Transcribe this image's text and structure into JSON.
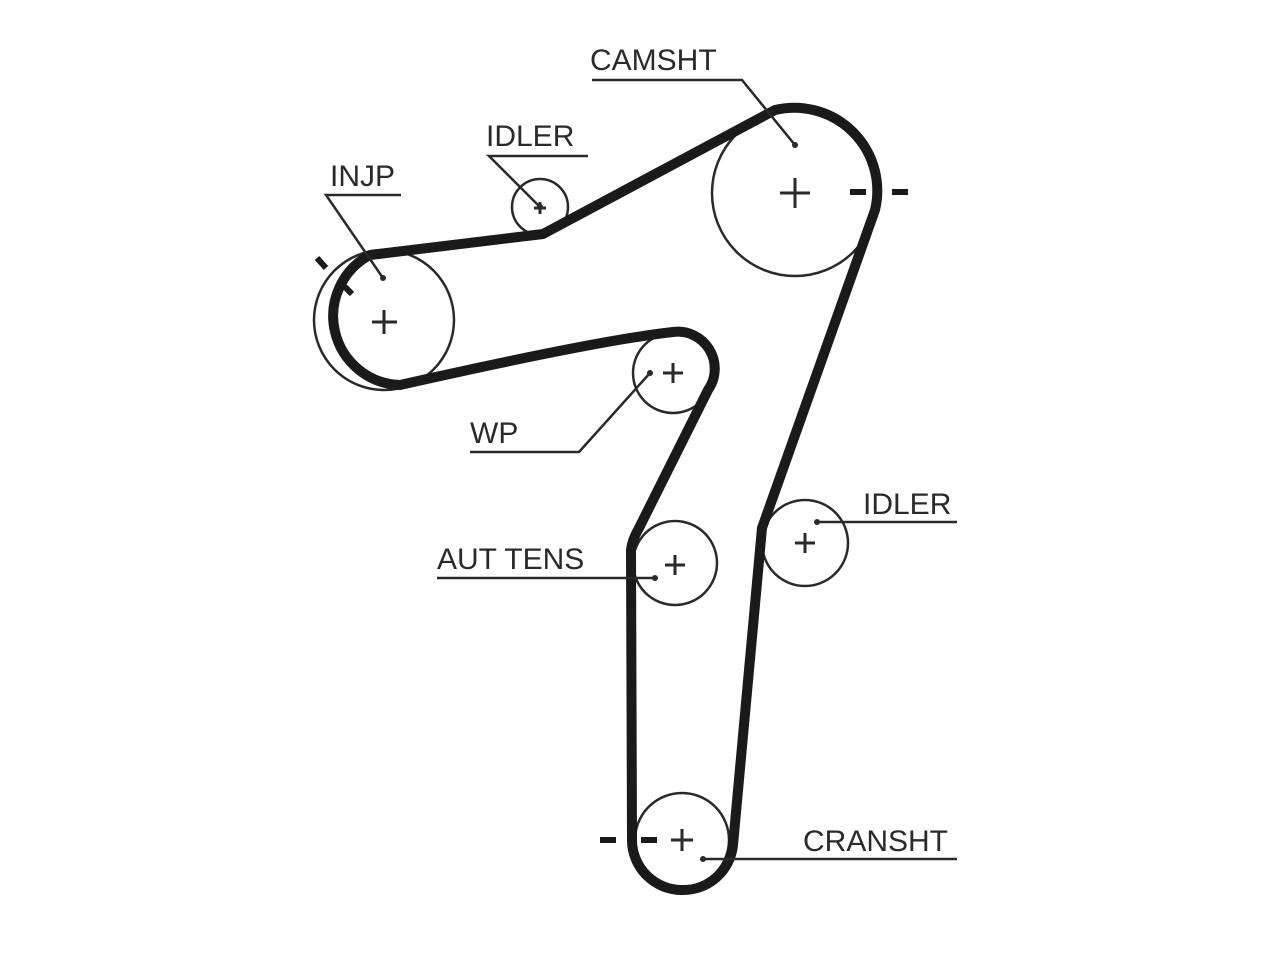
{
  "labels": {
    "camshaft": "CAMSHT",
    "idler_top": "IDLER",
    "injection_pump": "INJP",
    "water_pump": "WP",
    "auto_tensioner": "AUT TENS",
    "idler_right": "IDLER",
    "crankshaft": "CRANSHT"
  },
  "colors": {
    "line": "#2a2a2a",
    "belt": "#1a1a1a",
    "background": "#ffffff"
  }
}
